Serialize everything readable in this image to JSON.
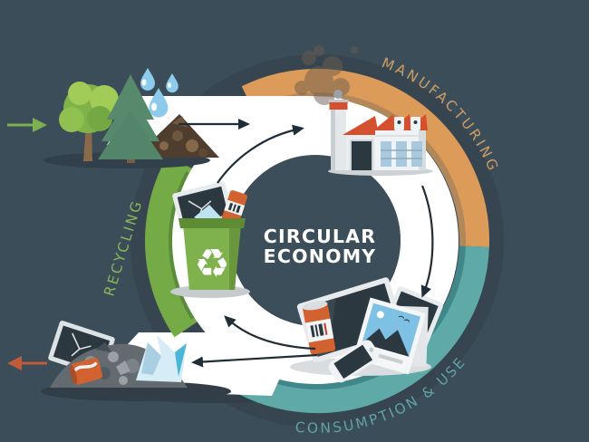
{
  "title": {
    "line1": "CIRCULAR",
    "line2": "ECONOMY"
  },
  "labels": {
    "manufacturing": "MANUFACTURING",
    "consumption": "CONSUMPTION & USE",
    "recycling": "RECYCLING"
  },
  "colors": {
    "background": "#3b4d58",
    "halo": "#36454f",
    "ring_white": "#ffffff",
    "center_circle": "#3c4e59",
    "manufacturing_arc": "#dc9b58",
    "consumption_arc": "#5fa9a8",
    "recycling_arc": "#74ab47",
    "manufacturing_label": "#cf9c63",
    "consumption_label": "#5fa3a3",
    "recycling_label": "#86b75a",
    "center_text": "#ffffff",
    "flow_arrow": "#1f2d36",
    "input_arrow": "#7db050",
    "output_arrow": "#bf5b39"
  },
  "icons": {
    "input_side": [
      "trees-icon",
      "water-drops-icon",
      "input-arrow-icon"
    ],
    "top": [
      "factory-icon",
      "smoke-icon"
    ],
    "center_left": [
      "recycle-bin-icon",
      "broken-monitor-icon"
    ],
    "bottom_right": [
      "consumer-devices-icon"
    ],
    "bottom_left": [
      "waste-pile-icon",
      "output-arrow-icon"
    ],
    "recycle_symbol": "♻"
  }
}
